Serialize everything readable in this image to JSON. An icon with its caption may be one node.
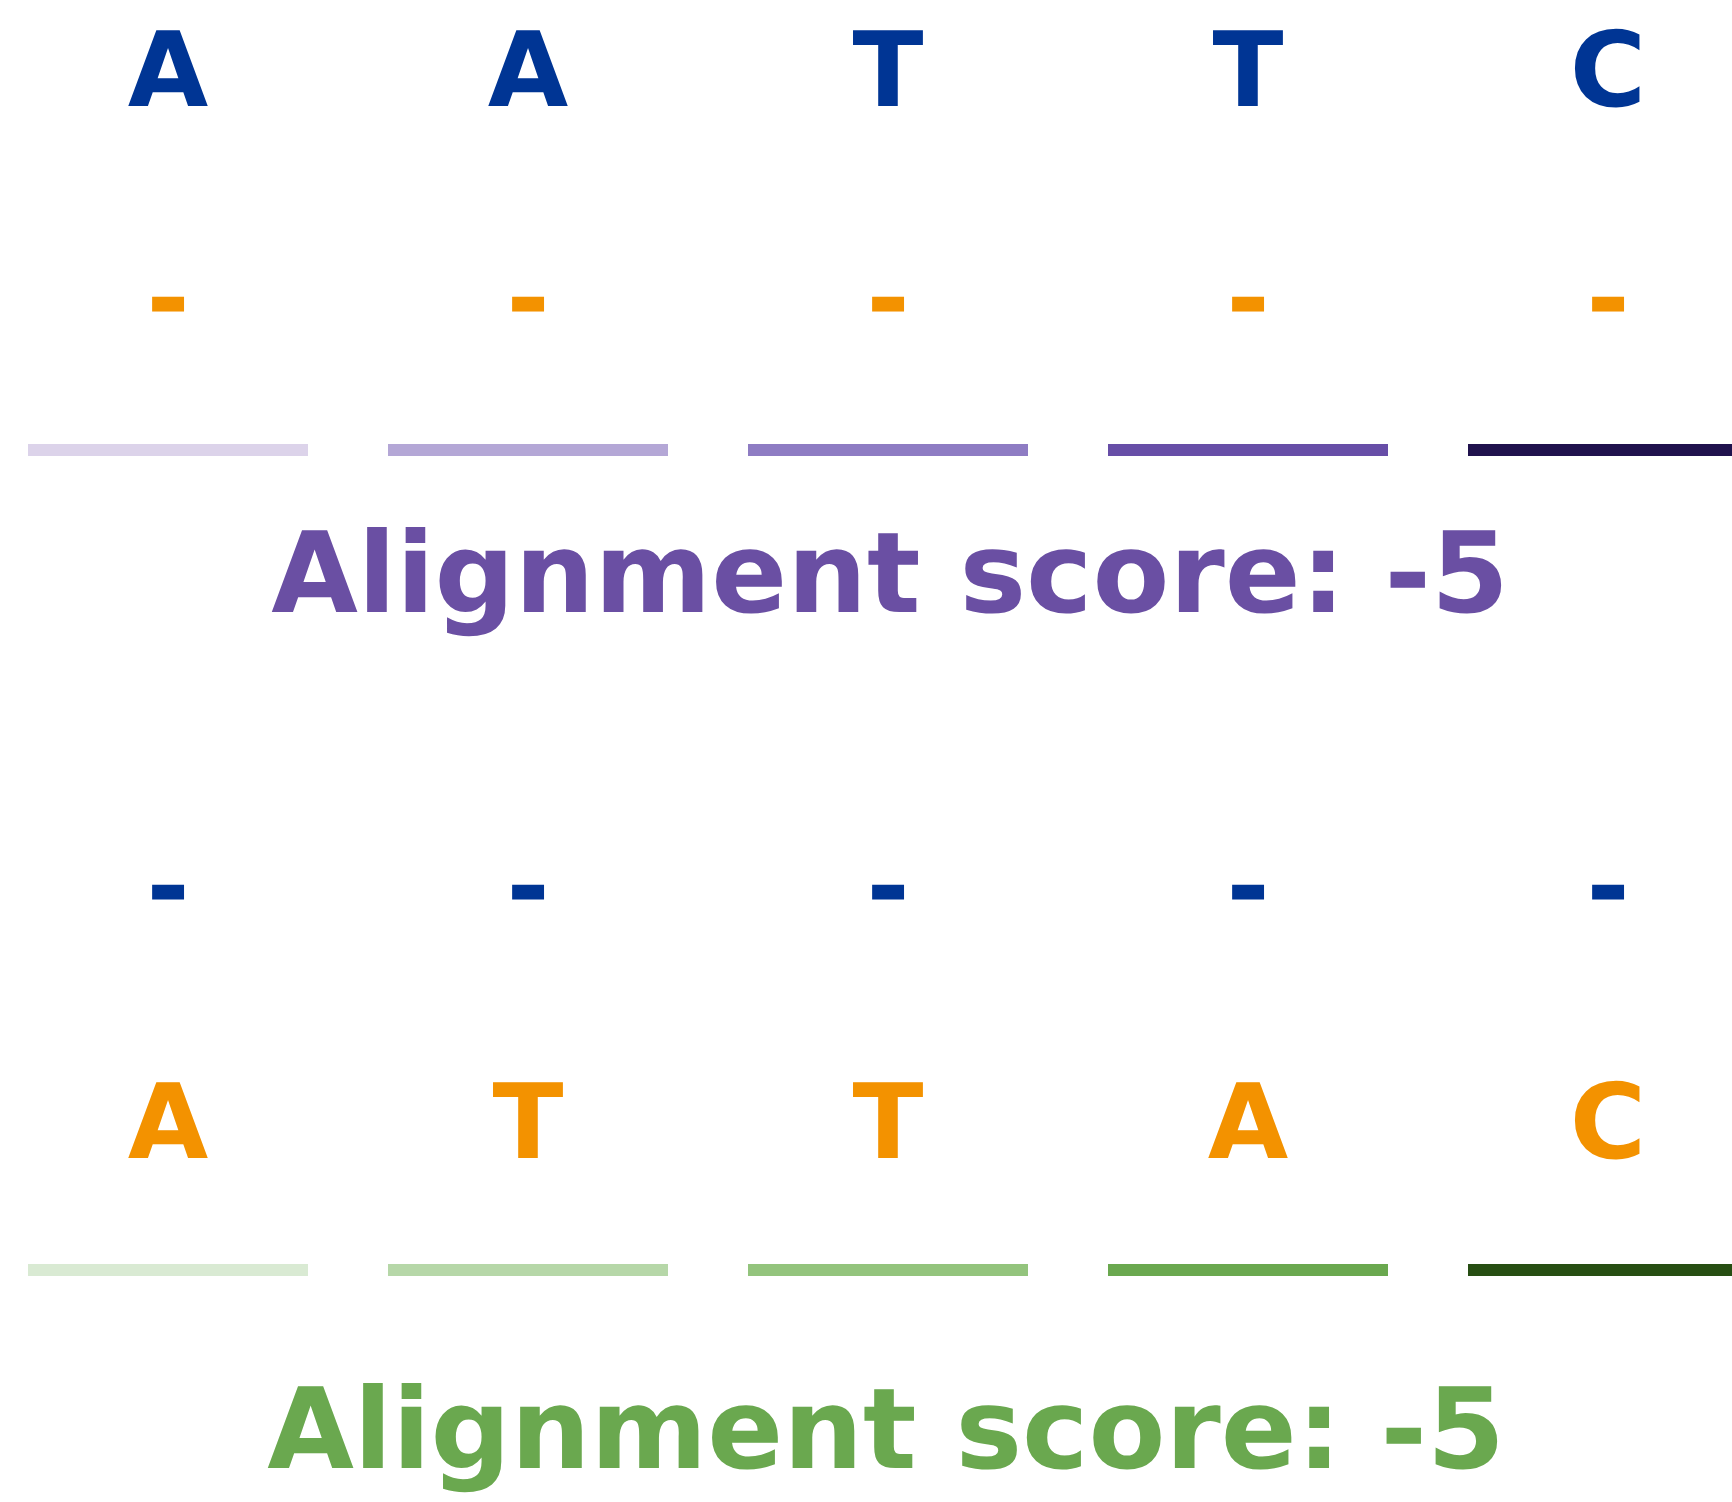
{
  "diagram": {
    "labels": [
      "A",
      "A",
      "T",
      "T",
      "C",
      "-",
      "-",
      "-",
      "-",
      "-",
      "Alignment score: -5",
      "-",
      "-",
      "-",
      "-",
      "-",
      "A",
      "T",
      "T",
      "A",
      "C",
      "Alignment score: -5"
    ]
  }
}
